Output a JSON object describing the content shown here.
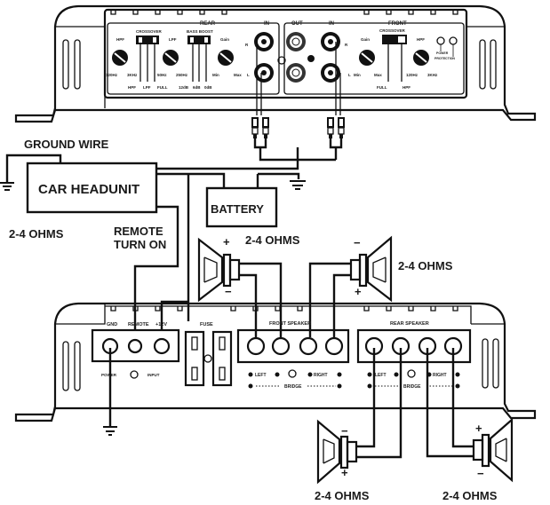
{
  "diagram": {
    "title": "Car amplifier wiring diagram",
    "colors": {
      "line": "#111111",
      "background": "#ffffff"
    }
  },
  "labels": {
    "ground_wire": "GROUND WIRE",
    "car_headunit": "CAR HEADUNIT",
    "battery": "BATTERY",
    "remote_turn_on_1": "REMOTE",
    "remote_turn_on_2": "TURN ON",
    "ohms_left": "2-4 OHMS",
    "ohms_spk1": "2-4 OHMS",
    "ohms_spk2": "2-4 OHMS",
    "ohms_spk3": "2-4 OHMS",
    "ohms_spk4": "2-4 OHMS",
    "plus": "+",
    "minus": "−"
  },
  "top_amp": {
    "rear_section": "REAR",
    "front_section": "FRONT",
    "in_label": "IN",
    "out_label": "OUT",
    "in_label_2": "IN",
    "rear": {
      "hpf": "HPF",
      "hpf_min": "120Hz",
      "hpf_max": "3KHz",
      "crossover": "CROSSOVER",
      "crossover_opts": [
        "HPF",
        "LPF",
        "FULL"
      ],
      "lpf": "LPF",
      "lpf_min": "50Hz",
      "lpf_max": "250Hz",
      "bass_boost": "BASS BOOST",
      "bass_opts": [
        "12dB",
        "6dB",
        "0dB"
      ],
      "gain": "Gain",
      "gain_min": "Min",
      "gain_max": "Max"
    },
    "rca_r": "R",
    "rca_l": "L",
    "front": {
      "gain": "Gain",
      "gain_min": "Min",
      "gain_max": "Max",
      "crossover": "CROSSOVER",
      "crossover_opts": [
        "FULL",
        "HPF"
      ],
      "hpf": "HPF",
      "hpf_min": "120Hz",
      "hpf_max": "3KHz",
      "led_label_1": "POWER",
      "led_label_2": "PROTECTION"
    }
  },
  "bottom_amp": {
    "gnd": "GND",
    "remote": "REMOTE",
    "plus12v": "+12V",
    "fuse": "FUSE",
    "power": "POWER",
    "input": "INPUT",
    "front_speaker": "FRONT SPEAKER",
    "rear_speaker": "REAR SPEAKER",
    "left": "LEFT",
    "right": "RIGHT",
    "bridge": "BRIDGE"
  }
}
